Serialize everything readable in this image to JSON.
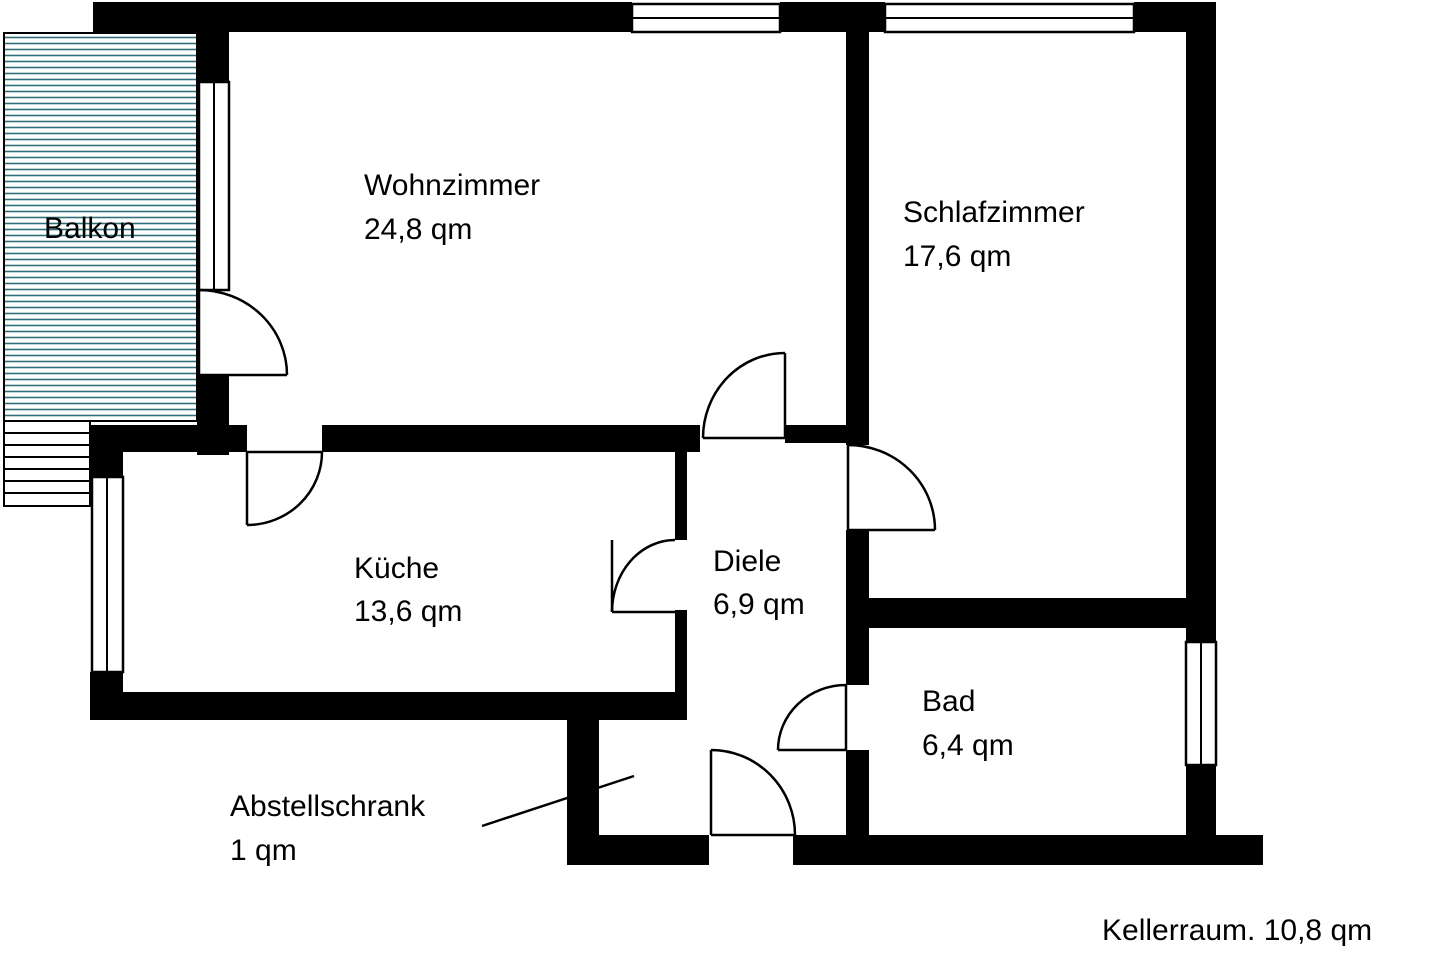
{
  "rooms": {
    "wohnzimmer": {
      "name": "Wohnzimmer",
      "area": "24,8 qm"
    },
    "schlafzimmer": {
      "name": "Schlafzimmer",
      "area": "17,6 qm"
    },
    "kueche": {
      "name": "Küche",
      "area": "13,6 qm"
    },
    "diele": {
      "name": "Diele",
      "area": "6,9 qm"
    },
    "bad": {
      "name": "Bad",
      "area": "6,4 qm"
    },
    "abstellschrank": {
      "name": "Abstellschrank",
      "area": "1 qm"
    },
    "balkon": {
      "name": "Balkon"
    }
  },
  "footer": {
    "kellerraum": "Kellerraum. 10,8 qm"
  },
  "colors": {
    "wall": "#000000",
    "balcony_stripe": "#2f6f7a",
    "background": "#ffffff"
  }
}
